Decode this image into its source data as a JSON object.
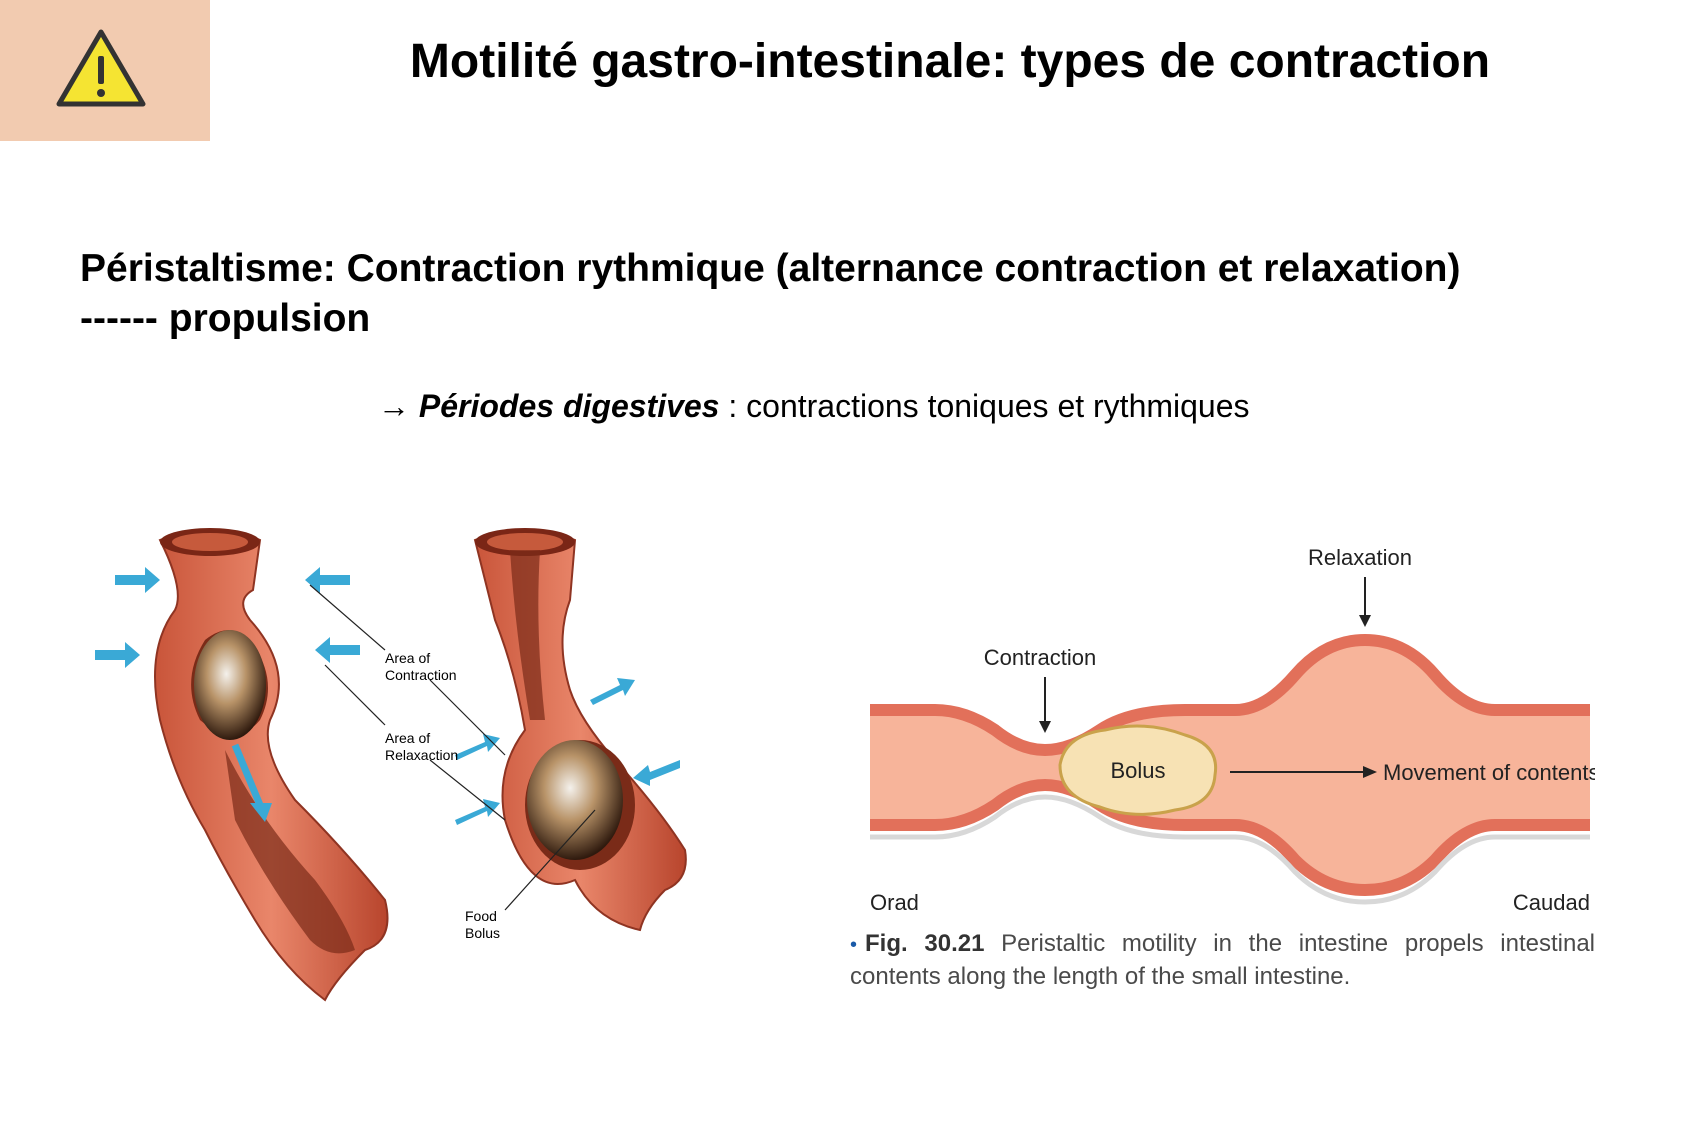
{
  "title": "Motilité gastro-intestinale: types de contraction",
  "icons": {
    "warning": "warning-triangle-icon",
    "arrow": "right-arrow-icon"
  },
  "colors": {
    "warning_bg": "#f2cbb0",
    "warning_yellow": "#f5e432",
    "tissue": "#e2705a",
    "lumen": "#f7b49a",
    "blue_arrow": "#3aa9d6",
    "caption_bullet": "#1a5aa8"
  },
  "lead_text": "Péristaltisme: Contraction rythmique (alternance contraction et relaxation) ------ propulsion",
  "subline": {
    "arrow": "→",
    "emphasis": "Périodes digestives",
    "rest": " : contractions toniques et rythmiques"
  },
  "left_figure": {
    "label_contraction_1": "Area of",
    "label_contraction_2": "Contraction",
    "label_relaxation_1": "Area of",
    "label_relaxation_2": "Relaxaction",
    "label_bolus_1": "Food",
    "label_bolus_2": "Bolus"
  },
  "right_figure": {
    "relaxation": "Relaxation",
    "contraction": "Contraction",
    "bolus": "Bolus",
    "movement": "Movement of contents",
    "orad": "Orad",
    "caudad": "Caudad"
  },
  "caption": {
    "bullet": "•",
    "fig_num": "Fig. 30.21",
    "text": " Peristaltic motility in the intestine propels intestinal contents along the length of the small intestine."
  }
}
